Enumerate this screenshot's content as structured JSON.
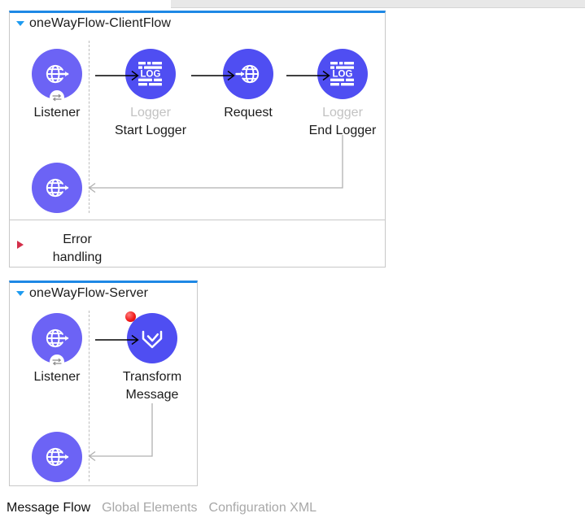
{
  "window": {
    "top_strip_color": "#e8e8e8"
  },
  "theme": {
    "node_fill": "#6c63f5",
    "node_fill_bright": "#4f4ef2",
    "flow_accent": "#1e88e5",
    "flow_border": "#c8c8c8",
    "error_marker": "#d32f4a",
    "error_dot": "#f21b1b",
    "label_color": "#1b1b1b",
    "label_dim_color": "#c2c2c2",
    "connector_color": "#000000",
    "return_connector_color": "#b0b0b0"
  },
  "flows": [
    {
      "name": "oneWayFlow-ClientFlow",
      "collapse_icon": "triangle-down-icon",
      "expanded": true,
      "nodes": [
        {
          "id": "listener",
          "icon": "http-listener-icon",
          "label": "Listener",
          "label_dim": false,
          "sublabel": "",
          "badge": "sync-badge-icon",
          "error": false
        },
        {
          "id": "start-logger",
          "icon": "logger-icon",
          "icon_text": "LOG",
          "label": "Logger",
          "label_dim": true,
          "sublabel": "Start Logger",
          "badge": "",
          "error": false
        },
        {
          "id": "request",
          "icon": "http-request-icon",
          "label": "Request",
          "label_dim": false,
          "sublabel": "",
          "badge": "",
          "error": false
        },
        {
          "id": "end-logger",
          "icon": "logger-icon",
          "icon_text": "LOG",
          "label": "Logger",
          "label_dim": true,
          "sublabel": "End Logger",
          "badge": "",
          "error": false
        }
      ],
      "response_node": {
        "id": "response-listener",
        "icon": "http-listener-icon",
        "label": "",
        "badge": ""
      },
      "error_handling": {
        "marker_icon": "triangle-right-icon",
        "line1": "Error",
        "line2": "handling"
      }
    },
    {
      "name": "oneWayFlow-Server",
      "collapse_icon": "triangle-down-icon",
      "expanded": true,
      "nodes": [
        {
          "id": "listener-server",
          "icon": "http-listener-icon",
          "label": "Listener",
          "label_dim": false,
          "sublabel": "",
          "badge": "sync-badge-icon",
          "error": false
        },
        {
          "id": "transform-message",
          "icon": "dataweave-transform-icon",
          "label": "Transform",
          "label_dim": false,
          "sublabel": "Message",
          "badge": "",
          "error": true
        }
      ],
      "response_node": {
        "id": "response-listener-server",
        "icon": "http-listener-icon",
        "label": "",
        "badge": ""
      },
      "error_handling": null
    }
  ],
  "tabs": [
    {
      "label": "Message Flow",
      "active": true
    },
    {
      "label": "Global Elements",
      "active": false
    },
    {
      "label": "Configuration XML",
      "active": false
    }
  ]
}
